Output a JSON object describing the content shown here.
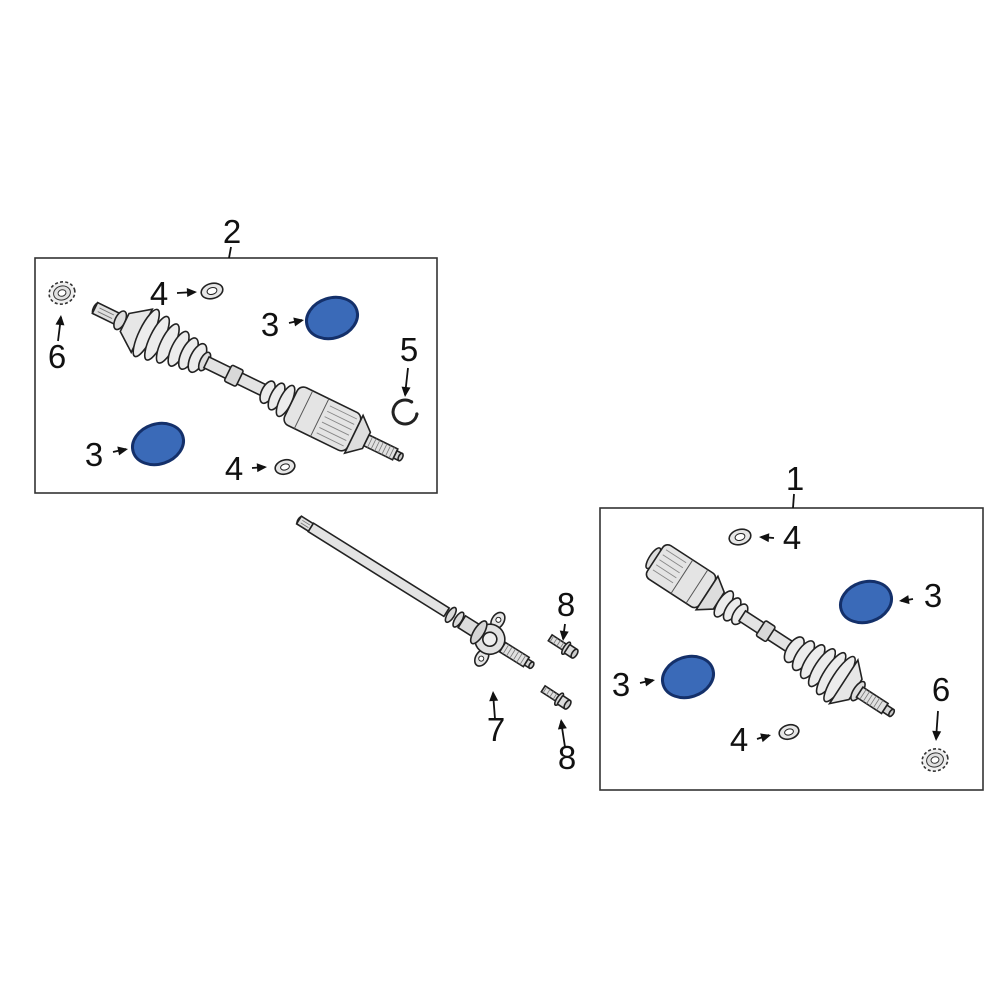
{
  "colors": {
    "background": "#ffffff",
    "line": "#222222",
    "metal_fill": "#ececec",
    "highlight_fill": "#3a6ab8",
    "highlight_outline": "#14306a"
  },
  "assemblies": [
    {
      "label": "2",
      "part": "front-cv-axle-assembly-upper-left"
    },
    {
      "label": "1",
      "part": "front-cv-axle-assembly-lower-right"
    }
  ],
  "callouts": [
    {
      "label": "6",
      "part": "lock-washer"
    },
    {
      "label": "4",
      "part": "boot-clamp"
    },
    {
      "label": "3",
      "part": "cv-joint-boot"
    },
    {
      "label": "5",
      "part": "snap-ring"
    },
    {
      "label": "3",
      "part": "cv-joint-boot"
    },
    {
      "label": "4",
      "part": "boot-clamp"
    },
    {
      "label": "4",
      "part": "boot-clamp"
    },
    {
      "label": "3",
      "part": "cv-joint-boot"
    },
    {
      "label": "3",
      "part": "cv-joint-boot"
    },
    {
      "label": "4",
      "part": "boot-clamp"
    },
    {
      "label": "6",
      "part": "lock-washer"
    },
    {
      "label": "7",
      "part": "intermediate-shaft"
    },
    {
      "label": "8",
      "part": "flange-bolt"
    },
    {
      "label": "8",
      "part": "flange-bolt"
    }
  ]
}
